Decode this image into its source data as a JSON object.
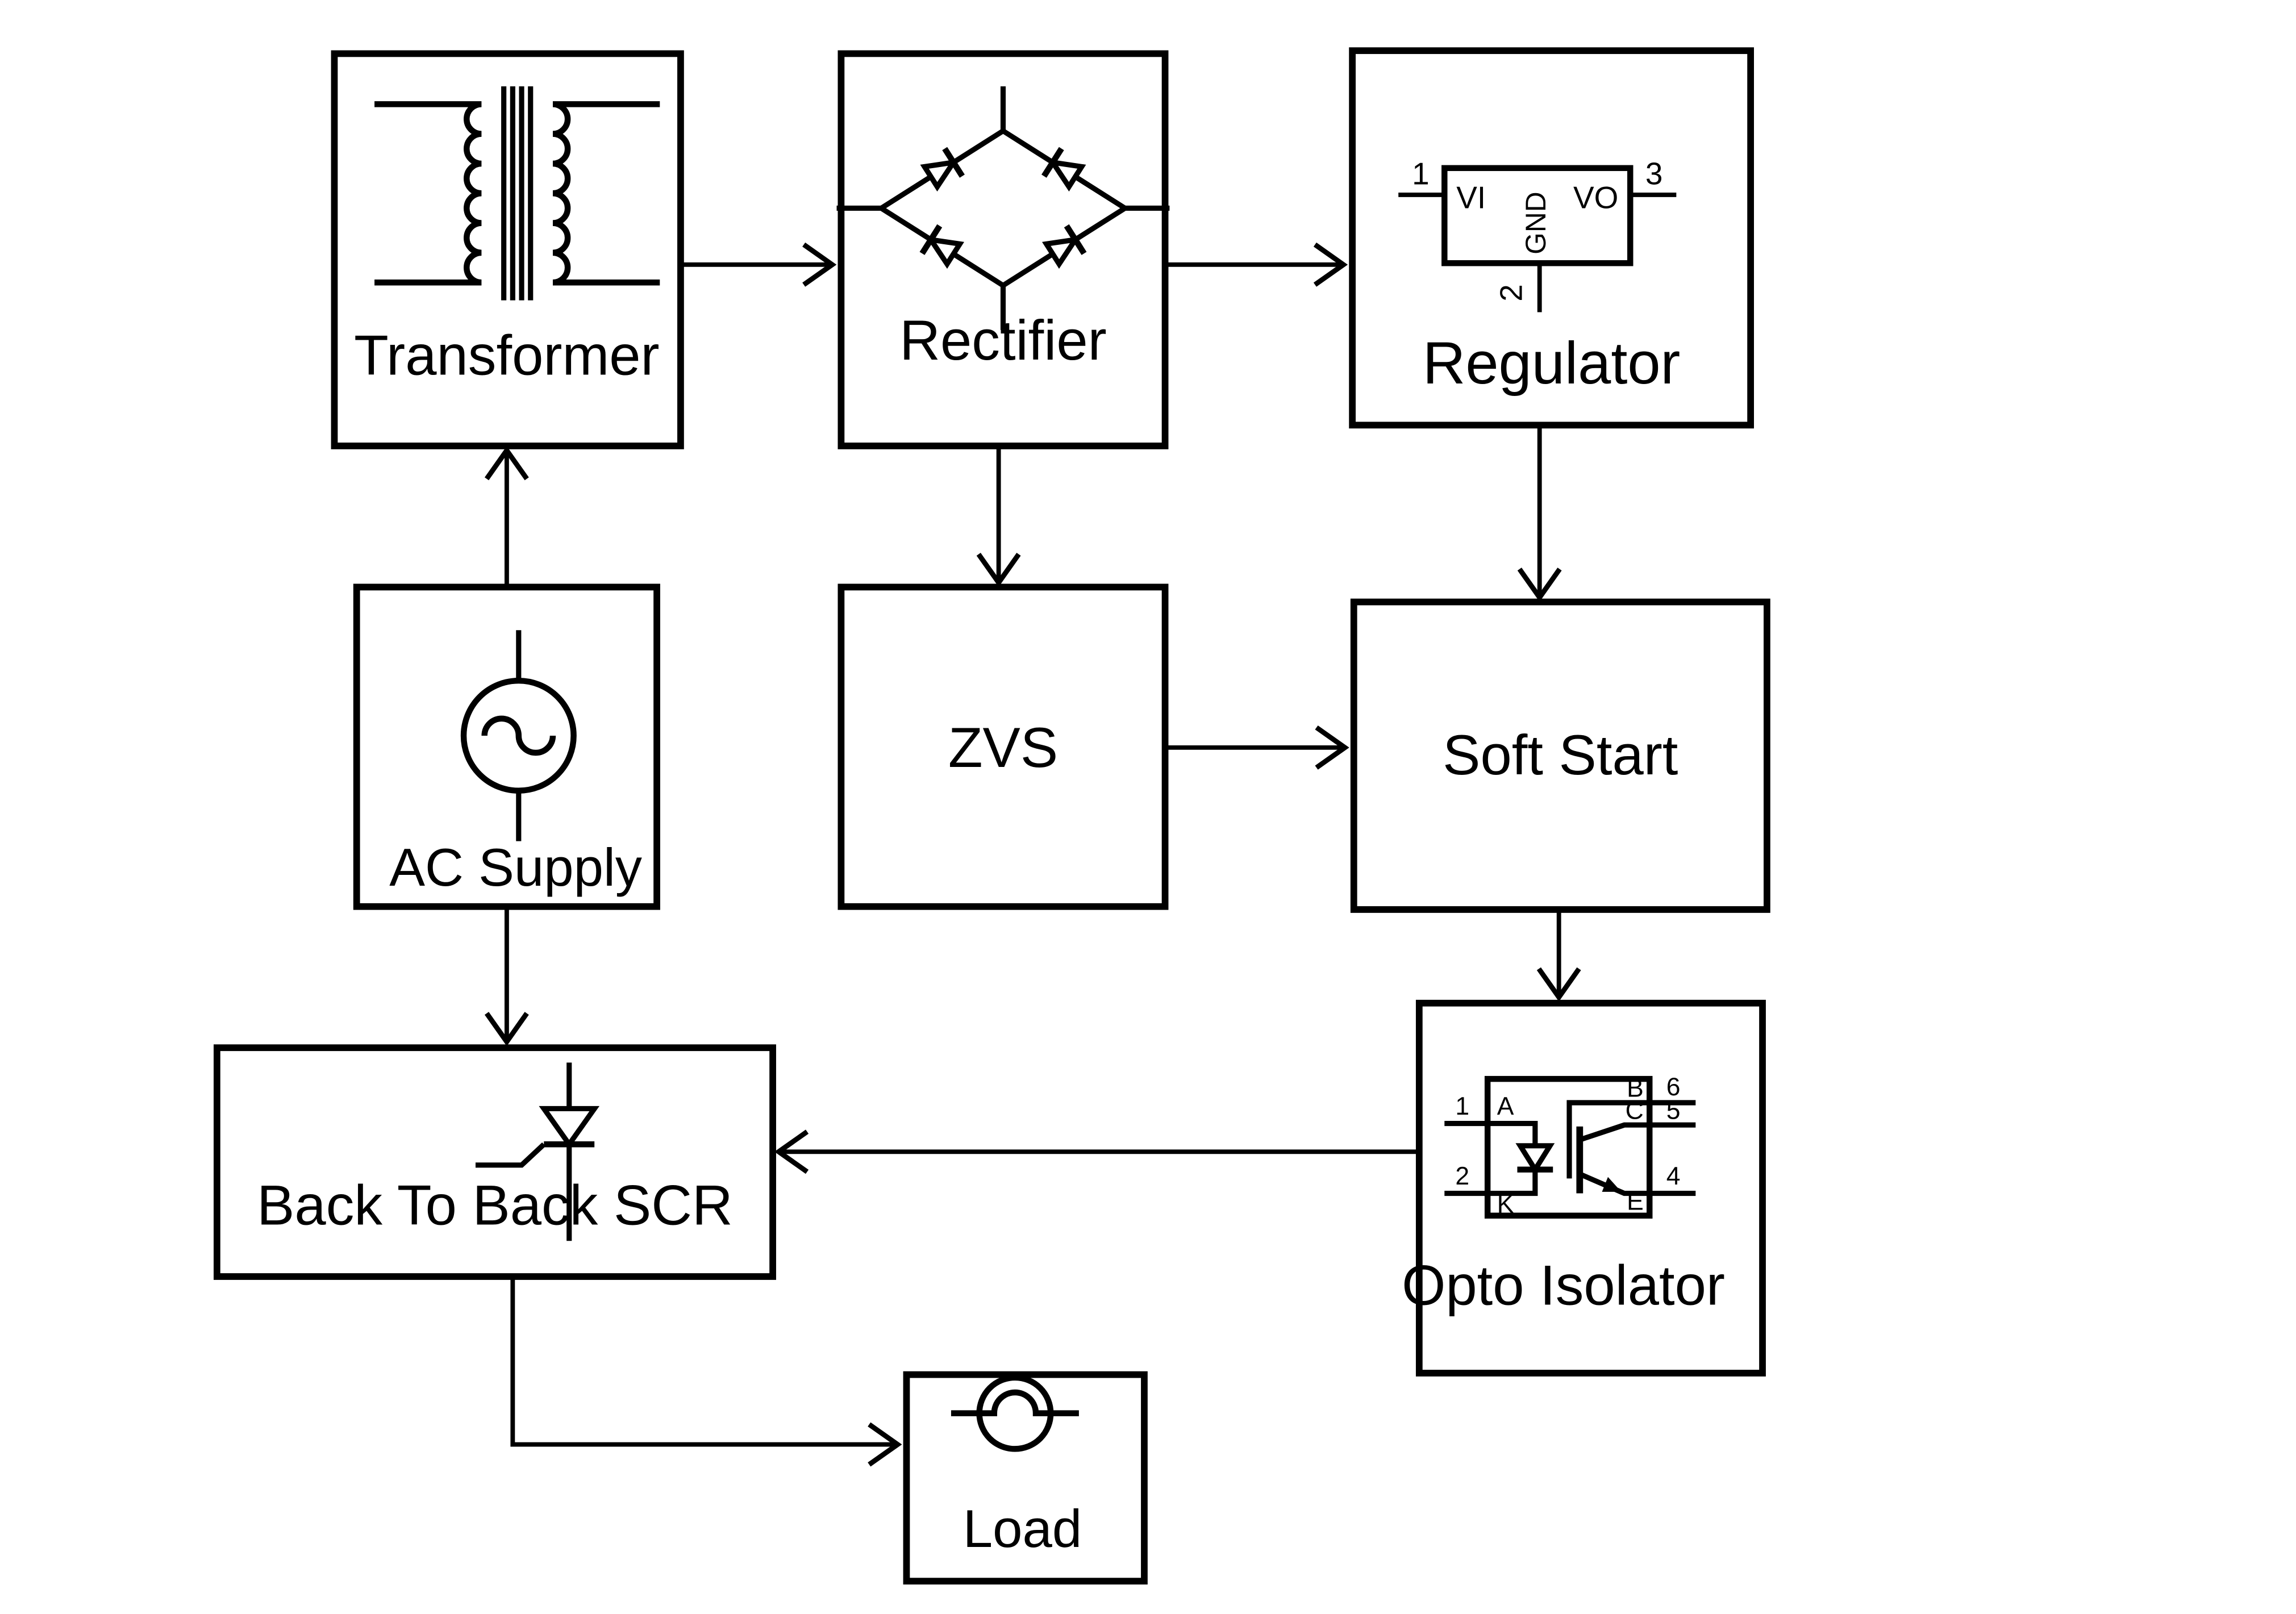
{
  "page": {
    "background": "#ffffff",
    "line_color": "#000000"
  },
  "blocks": {
    "transformer": {
      "label": "Transformer",
      "icon": "transformer-coils"
    },
    "rectifier": {
      "label": "Rectifier",
      "icon": "diode-bridge"
    },
    "regulator": {
      "label": "Regulator",
      "icon": "three-pin-ic",
      "ic_pins": {
        "vi": "VI",
        "vo": "VO",
        "gnd": "GND",
        "num_in": "1",
        "num_gnd": "2",
        "num_out": "3"
      }
    },
    "ac_supply": {
      "label": "AC Supply",
      "icon": "ac-source"
    },
    "zvs": {
      "label": "ZVS"
    },
    "soft_start": {
      "label": "Soft Start"
    },
    "back_to_back_scr": {
      "label": "Back To Back SCR",
      "icon": "thyristor"
    },
    "opto_isolator": {
      "label": "Opto Isolator",
      "icon": "optocoupler-led-phototransistor",
      "pins": {
        "n1": "1",
        "n2": "2",
        "n4": "4",
        "n5": "5",
        "n6": "6",
        "anode": "A",
        "cathode": "K",
        "base": "B",
        "collector": "C",
        "emitter": "E"
      }
    },
    "load": {
      "label": "Load",
      "icon": "lamp"
    }
  },
  "connections": [
    {
      "from": "Transformer",
      "to": "Rectifier"
    },
    {
      "from": "Rectifier",
      "to": "Regulator"
    },
    {
      "from": "AC Supply",
      "to": "Transformer"
    },
    {
      "from": "Rectifier",
      "to": "ZVS"
    },
    {
      "from": "Regulator",
      "to": "Soft Start"
    },
    {
      "from": "ZVS",
      "to": "Soft Start"
    },
    {
      "from": "Soft Start",
      "to": "Opto Isolator"
    },
    {
      "from": "Opto Isolator",
      "to": "Back To Back SCR"
    },
    {
      "from": "AC Supply",
      "to": "Back To Back SCR"
    },
    {
      "from": "Back To Back SCR",
      "to": "Load"
    }
  ]
}
